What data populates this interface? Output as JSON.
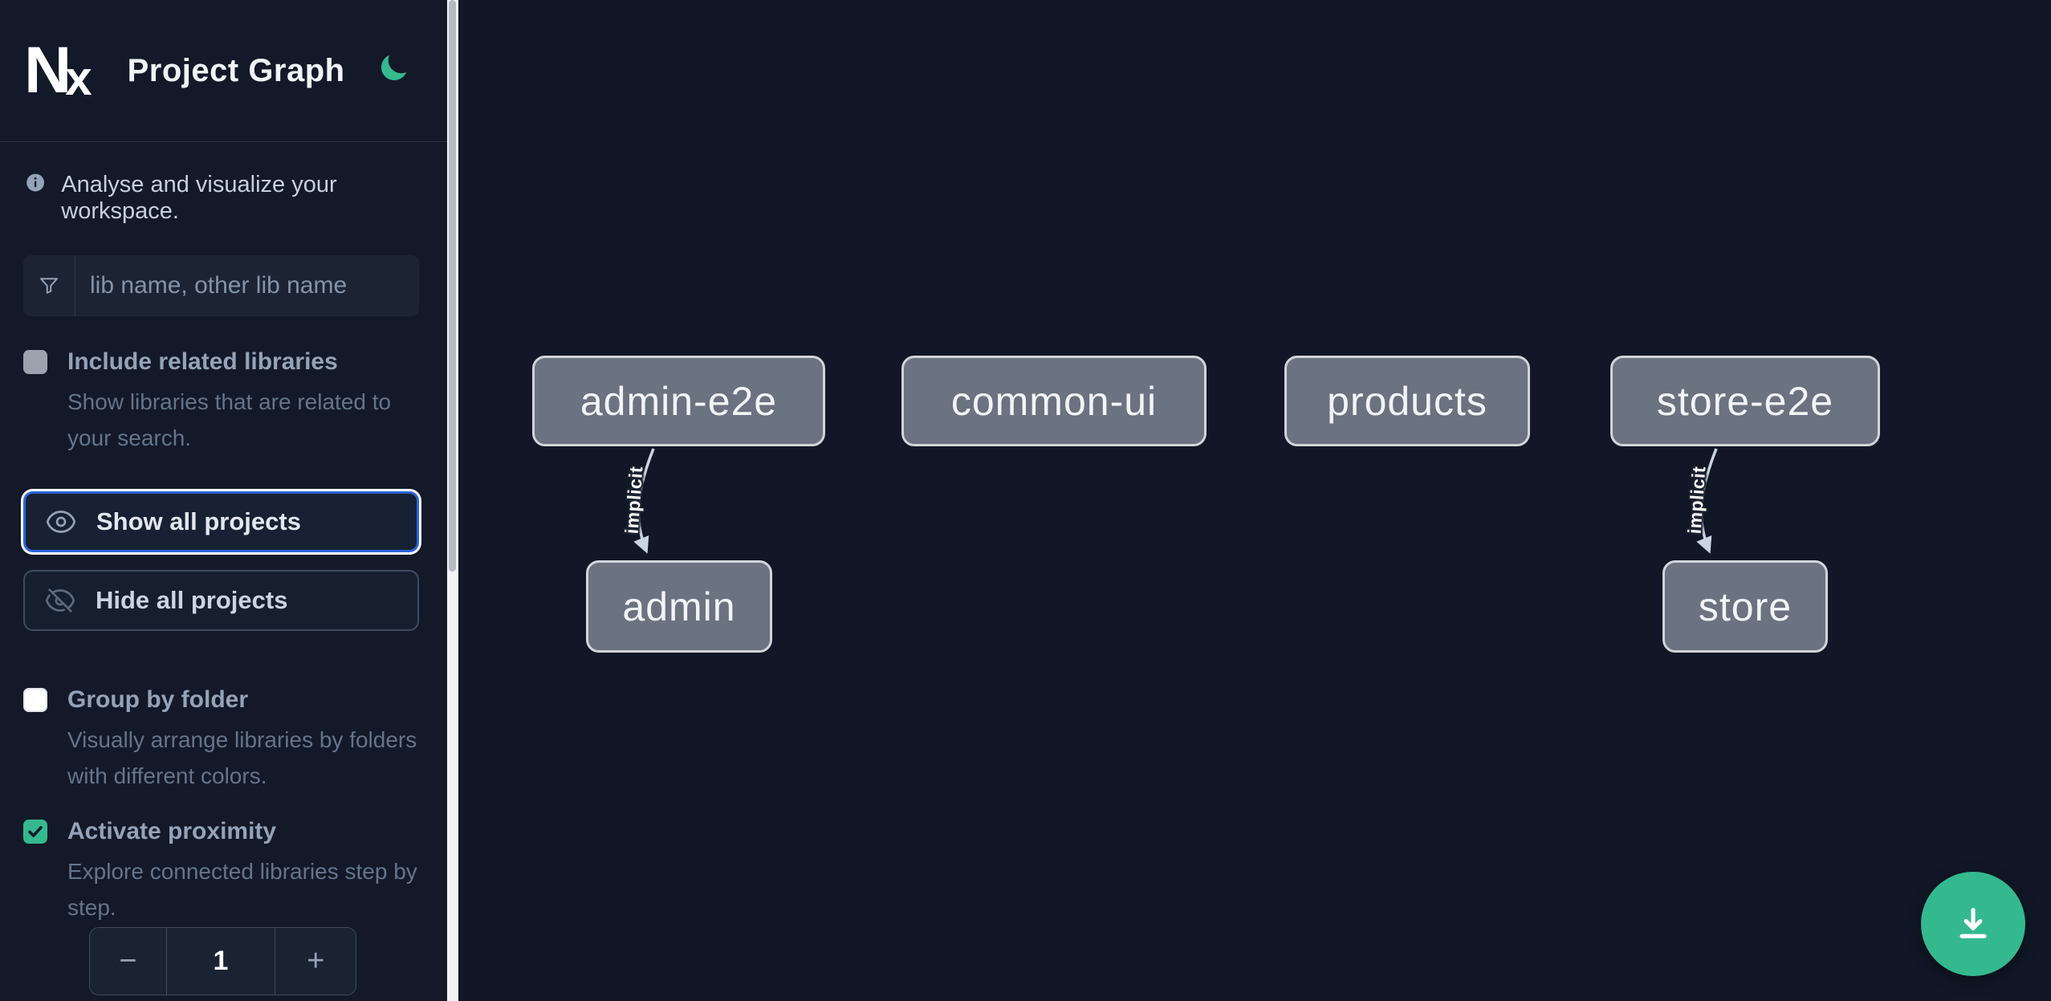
{
  "header": {
    "title": "Project Graph"
  },
  "logo": {
    "n": "N",
    "x": "x"
  },
  "info": {
    "text": "Analyse and visualize your workspace."
  },
  "filter": {
    "placeholder": "lib name, other lib name",
    "value": ""
  },
  "options": {
    "include_related": {
      "label": "Include related libraries",
      "description": "Show libraries that are related to your search.",
      "checked": false
    },
    "group_by_folder": {
      "label": "Group by folder",
      "description": "Visually arrange libraries by folders with different colors.",
      "checked": false
    },
    "activate_proximity": {
      "label": "Activate proximity",
      "description": "Explore connected libraries step by step.",
      "checked": true
    }
  },
  "actions": {
    "show_all_label": "Show all projects",
    "hide_all_label": "Hide all projects"
  },
  "stepper": {
    "decrement": "−",
    "value": "1",
    "increment": "+"
  },
  "graph": {
    "nodes": [
      {
        "id": "admin-e2e",
        "label": "admin-e2e"
      },
      {
        "id": "common-ui",
        "label": "common-ui"
      },
      {
        "id": "products",
        "label": "products"
      },
      {
        "id": "store-e2e",
        "label": "store-e2e"
      },
      {
        "id": "admin",
        "label": "admin"
      },
      {
        "id": "store",
        "label": "store"
      }
    ],
    "edges": [
      {
        "source": "admin-e2e",
        "target": "admin",
        "label": "implicit"
      },
      {
        "source": "store-e2e",
        "target": "store",
        "label": "implicit"
      }
    ]
  },
  "colors": {
    "accent_green": "#34b98e",
    "focus_blue": "#2b65d8",
    "node_fill": "#6b7280",
    "node_border": "#d1d5db",
    "sidebar_bg": "#131928",
    "canvas_bg": "#111726"
  }
}
